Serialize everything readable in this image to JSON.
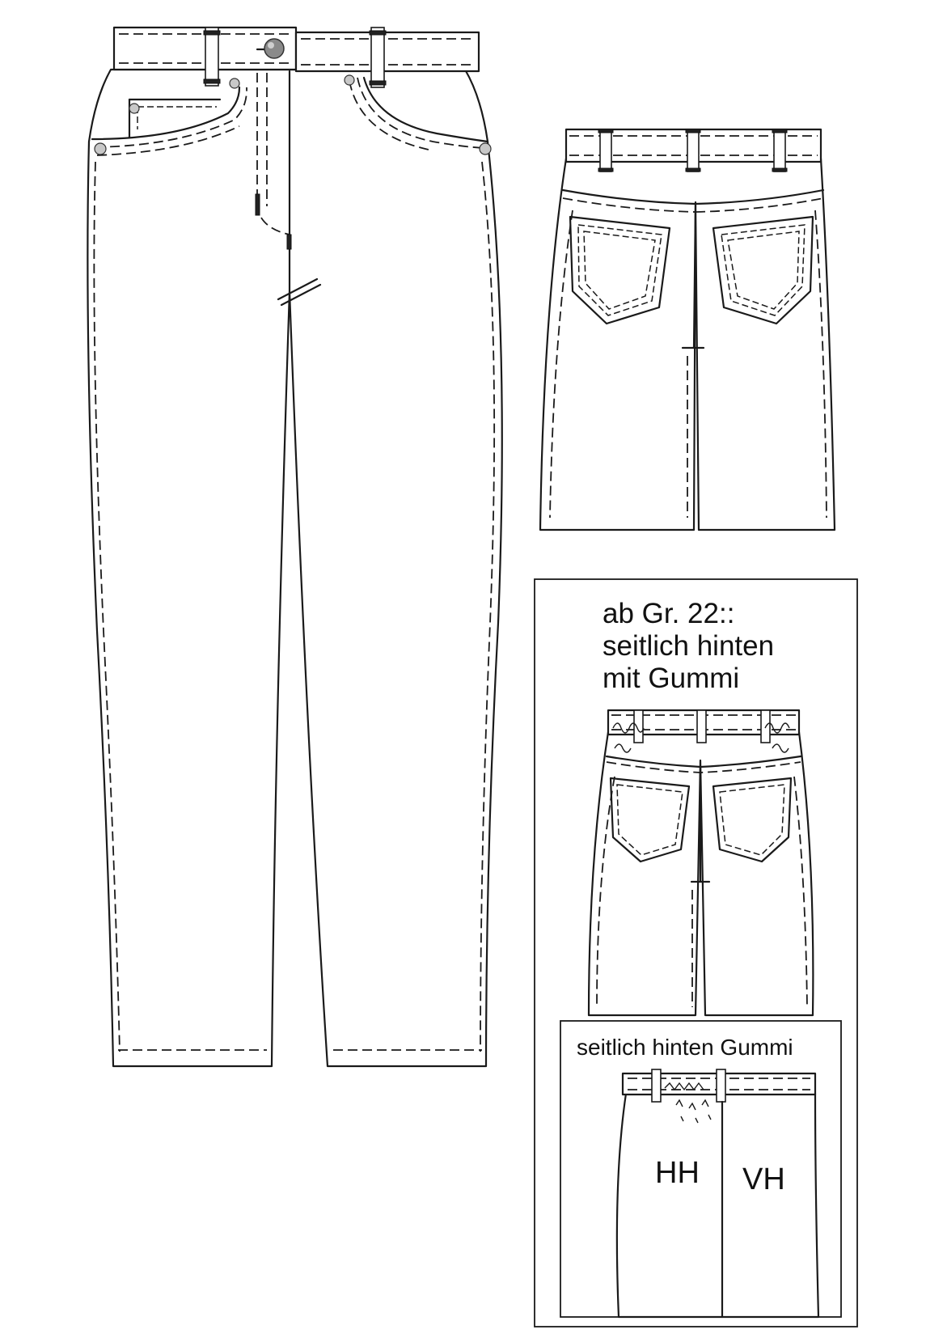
{
  "inset_large": {
    "title_lines": [
      "ab Gr. 22::",
      "seitlich hinten",
      "mit Gummi"
    ]
  },
  "inset_small": {
    "title": "seitlich hinten Gummi",
    "label_left": "HH",
    "label_right": "VH"
  }
}
